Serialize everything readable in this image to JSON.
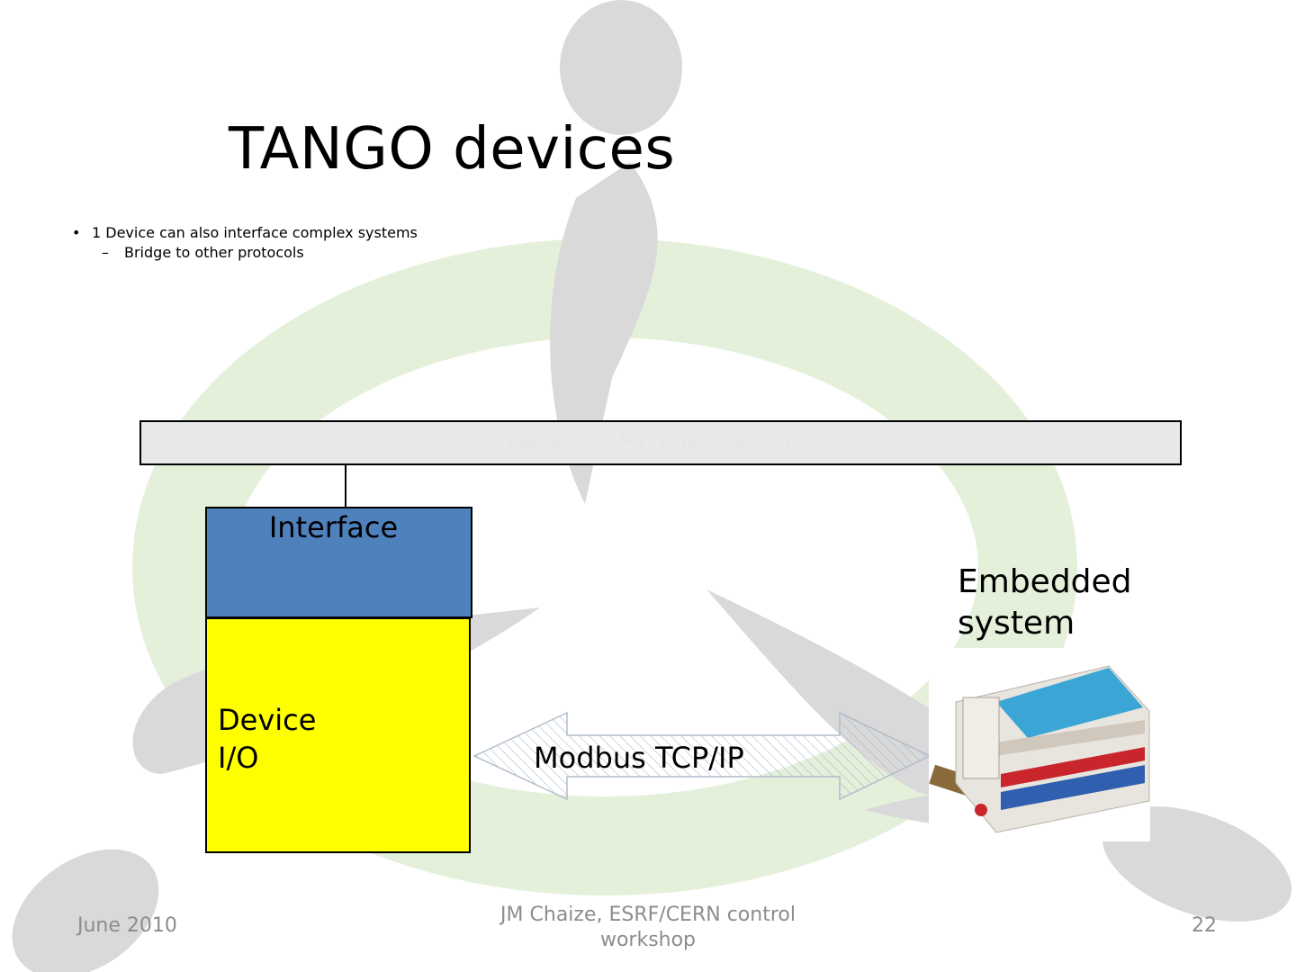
{
  "slide": {
    "title": "TANGO devices",
    "bullets": [
      {
        "mark": "•",
        "text": "1 Device can also interface complex systems"
      },
      {
        "mark": "–",
        "text": "Bridge to other protocols"
      }
    ]
  },
  "diagram": {
    "bus_label": "TANGO Software Bus",
    "interface_label": "Interface",
    "device_label": "Device",
    "io_label": "I/O",
    "arrow_label": "Modbus TCP/IP",
    "embedded_label_line1": "Embedded",
    "embedded_label_line2": "system",
    "colors": {
      "interface": "#4f81bd",
      "device": "#ffff00",
      "bus": "#e8e8e8",
      "background_figure_gray": "#d9d9d9",
      "background_figure_green": "#e4f0da"
    }
  },
  "footer": {
    "date": "June 2010",
    "center_line1": "JM Chaize, ESRF/CERN control",
    "center_line2": "workshop",
    "page": "22"
  }
}
